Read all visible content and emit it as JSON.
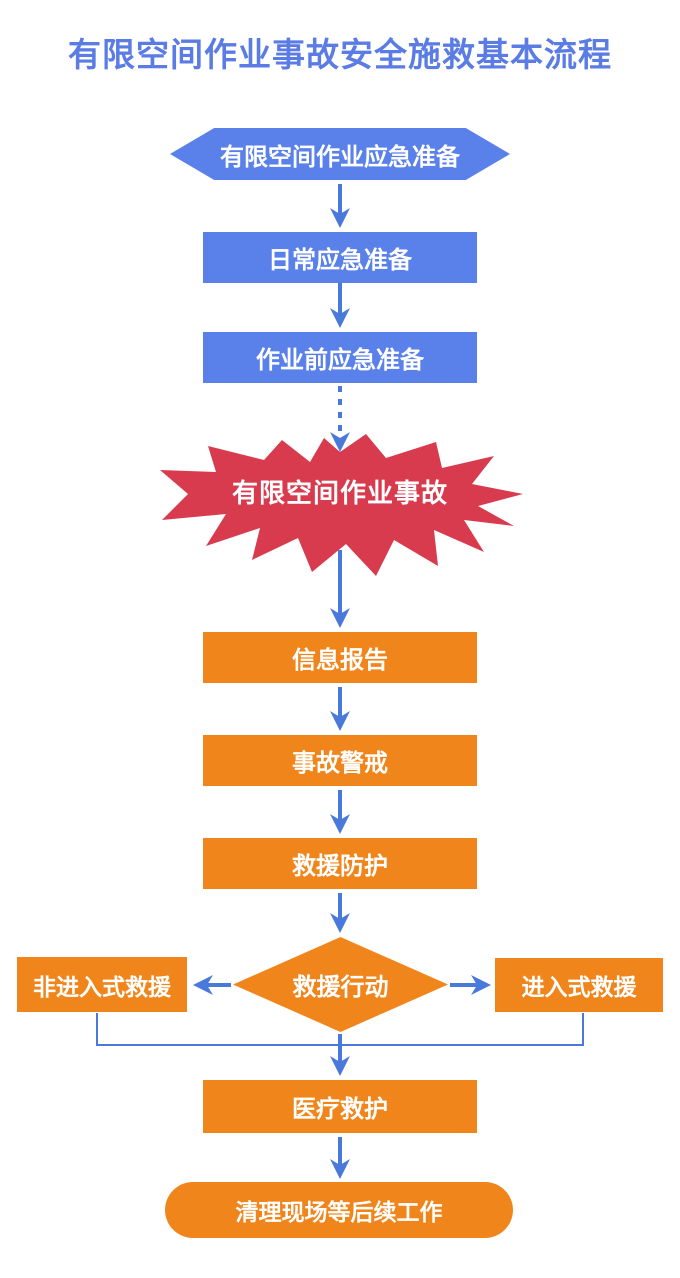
{
  "title": {
    "text": "有限空间作业事故安全施救基本流程",
    "color": "#5a7ce4"
  },
  "colors": {
    "shape_blue": "#5a81ea",
    "shape_orange": "#f0861b",
    "burst_red": "#d93b4e",
    "arrow_blue": "#4a79dc",
    "label_text": "#ffffff",
    "background": "#ffffff"
  },
  "flow": {
    "start_hexagon": {
      "label": "有限空间作业应急准备",
      "shape": "hexagon",
      "color": "blue"
    },
    "daily_prep": {
      "label": "日常应急准备",
      "shape": "rectangle",
      "color": "blue"
    },
    "pre_work_prep": {
      "label": "作业前应急准备",
      "shape": "rectangle",
      "color": "blue"
    },
    "accident_burst": {
      "label": "有限空间作业事故",
      "shape": "starburst",
      "color": "red"
    },
    "info_report": {
      "label": "信息报告",
      "shape": "rectangle",
      "color": "orange"
    },
    "accident_alert": {
      "label": "事故警戒",
      "shape": "rectangle",
      "color": "orange"
    },
    "rescue_protection": {
      "label": "救援防护",
      "shape": "rectangle",
      "color": "orange"
    },
    "rescue_action_decision": {
      "label": "救援行动",
      "shape": "diamond",
      "color": "orange"
    },
    "non_entry_rescue": {
      "label": "非进入式救援",
      "shape": "rectangle",
      "color": "orange"
    },
    "entry_rescue": {
      "label": "进入式救援",
      "shape": "rectangle",
      "color": "orange"
    },
    "medical_aid": {
      "label": "医疗救护",
      "shape": "rectangle",
      "color": "orange"
    },
    "cleanup": {
      "label": "清理现场等后续工作",
      "shape": "stadium",
      "color": "orange"
    }
  },
  "edges": [
    {
      "from": "start_hexagon",
      "to": "daily_prep",
      "style": "solid-arrow"
    },
    {
      "from": "daily_prep",
      "to": "pre_work_prep",
      "style": "solid-arrow"
    },
    {
      "from": "pre_work_prep",
      "to": "accident_burst",
      "style": "dashed-arrow"
    },
    {
      "from": "accident_burst",
      "to": "info_report",
      "style": "solid-arrow"
    },
    {
      "from": "info_report",
      "to": "accident_alert",
      "style": "solid-arrow"
    },
    {
      "from": "accident_alert",
      "to": "rescue_protection",
      "style": "solid-arrow"
    },
    {
      "from": "rescue_protection",
      "to": "rescue_action_decision",
      "style": "solid-arrow"
    },
    {
      "from": "rescue_action_decision",
      "to": "non_entry_rescue",
      "style": "solid-arrow"
    },
    {
      "from": "rescue_action_decision",
      "to": "entry_rescue",
      "style": "solid-arrow"
    },
    {
      "from": "non_entry_rescue",
      "to": "medical_aid",
      "style": "elbow-line"
    },
    {
      "from": "entry_rescue",
      "to": "medical_aid",
      "style": "elbow-line"
    },
    {
      "from": "rescue_action_decision",
      "to": "medical_aid",
      "style": "solid-arrow"
    },
    {
      "from": "medical_aid",
      "to": "cleanup",
      "style": "solid-arrow"
    }
  ]
}
